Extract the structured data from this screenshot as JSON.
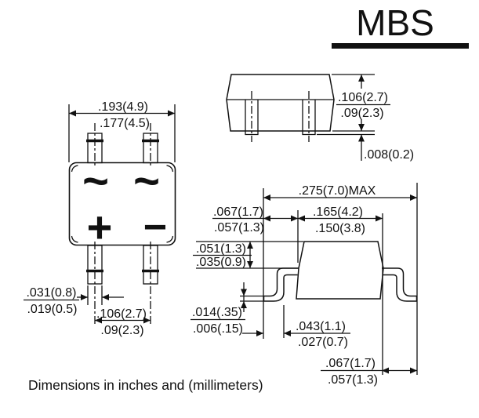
{
  "title_block": {
    "title": "MBS"
  },
  "caption": "Dimensions in inches and (millimeters)",
  "colors": {
    "ink": "#111111",
    "background": "#ffffff"
  },
  "top_view": {
    "body_width_max": ".193(4.9)",
    "body_width_min": ".177(4.5)",
    "ac_left": "~",
    "ac_right": "~",
    "plus": "+",
    "minus": "−",
    "lead_width_max": ".031(0.8)",
    "lead_width_min": ".019(0.5)",
    "pitch_max": ".106(2.7)",
    "pitch_min": ".09(2.3)"
  },
  "end_view": {
    "height_max": ".106(2.7)",
    "height_min": ".09(2.3)",
    "standoff": ".008(0.2)"
  },
  "side_view": {
    "overall_width": ".275(7.0)MAX",
    "lead_len_left_max": ".067(1.7)",
    "lead_len_left_min": ".057(1.3)",
    "body_width_max": ".165(4.2)",
    "body_width_min": ".150(3.8)",
    "cap_height_max": ".051(1.3)",
    "cap_height_min": ".035(0.9)",
    "lead_thickness_max": ".014(.35)",
    "lead_thickness_min": ".006(.15)",
    "foot_length_max": ".043(1.1)",
    "foot_length_min": ".027(0.7)",
    "lead_len_right_max": ".067(1.7)",
    "lead_len_right_min": ".057(1.3)"
  }
}
